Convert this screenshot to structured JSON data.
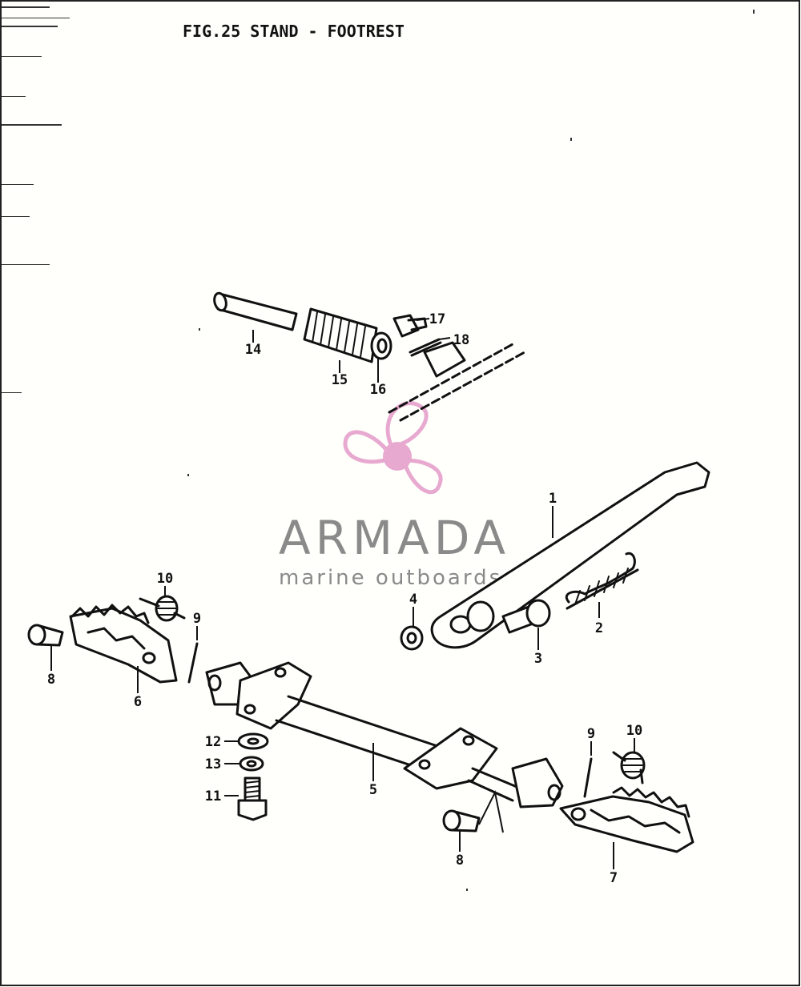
{
  "figure": {
    "title": "FIG.25  STAND - FOOTREST"
  },
  "watermark": {
    "name": "ARMADA",
    "tagline": "marine outboards",
    "logo_icon": "propeller-icon",
    "colors": {
      "propeller": "#e8a9d0",
      "hub": "#e8a9d0",
      "text": "#8a8a8a"
    }
  },
  "parts": {
    "p1": "1",
    "p2": "2",
    "p3": "3",
    "p4": "4",
    "p5": "5",
    "p6": "6",
    "p7": "7",
    "p8a": "8",
    "p8b": "8",
    "p9a": "9",
    "p9b": "9",
    "p10a": "10",
    "p10b": "10",
    "p11": "11",
    "p12": "12",
    "p13": "13",
    "p14": "14",
    "p15": "15",
    "p16": "16",
    "p17": "17",
    "p18": "18"
  }
}
